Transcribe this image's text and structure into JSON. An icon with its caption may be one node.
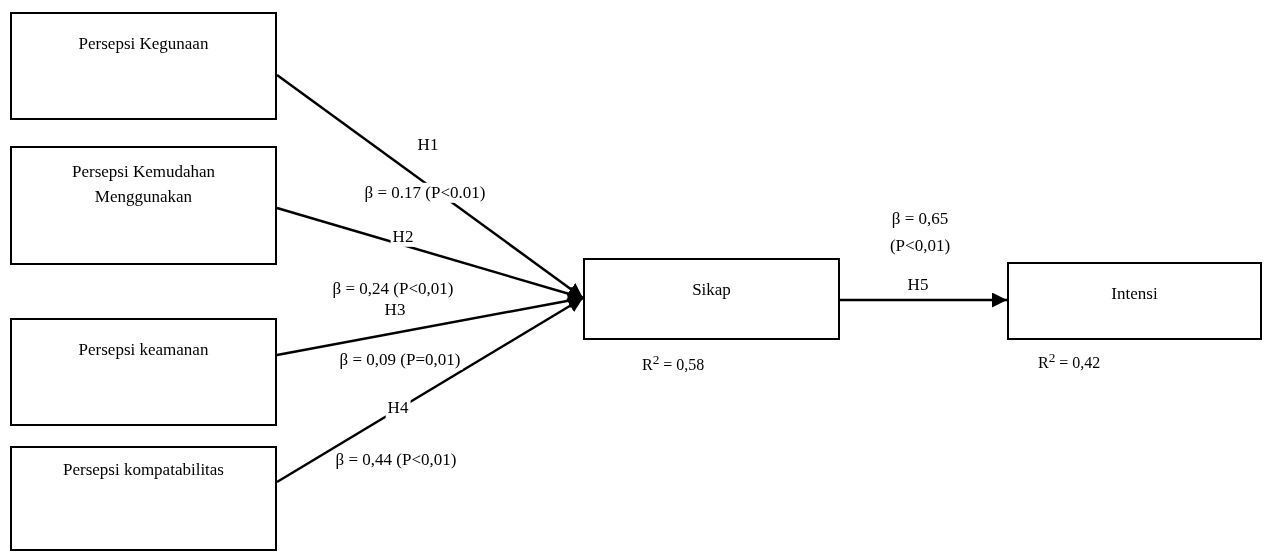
{
  "diagram": {
    "nodes": [
      {
        "text": [
          "Persepsi Kegunaan"
        ]
      },
      {
        "text": [
          "Persepsi Kemudahan Menggunakan"
        ]
      },
      {
        "text": [
          "Persepsi keamanan"
        ]
      },
      {
        "text": [
          "Persepsi kompatabilitas"
        ]
      },
      {
        "text": [
          "Sikap"
        ],
        "beside": [
          "R$^{2}$ = 0,58"
        ]
      },
      {
        "text": [
          "Intensi"
        ],
        "beside": [
          "R$^{2}$ = 0,42"
        ]
      }
    ],
    "edges": [
      {
        "from": 0,
        "to": 4,
        "arrow": "to",
        "label": "H1"
      },
      {
        "from": 1,
        "to": 4,
        "arrow": "to",
        "label": "H2"
      },
      {
        "from": 2,
        "to": 4,
        "arrow": "to",
        "label": "H3"
      },
      {
        "from": 3,
        "to": 4,
        "arrow": "to",
        "label": "H4"
      },
      {
        "from": 4,
        "to": 5,
        "arrow": "to",
        "label": "H5"
      }
    ],
    "labels": [
      "β = 0.17 (P<0.01)",
      "β = 0,24 (P<0,01)",
      "β = 0,09 (P=0,01)",
      "β = 0,44 (P<0,01)",
      "β = 0,65 (P<0,01)"
    ]
  }
}
